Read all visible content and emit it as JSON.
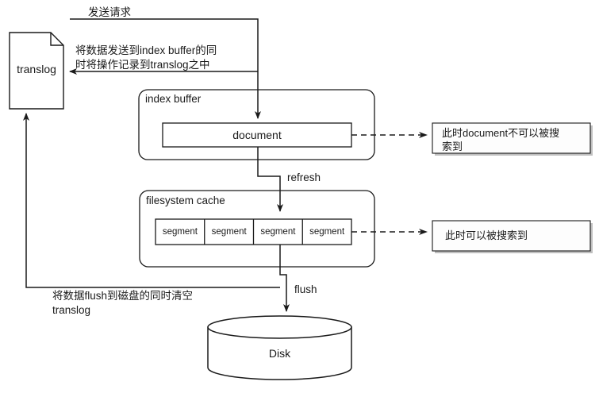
{
  "diagram": {
    "title": "Elasticsearch write path (translog / index buffer / filesystem cache / disk)",
    "colors": {
      "stroke": "#1a1a1a",
      "fill": "#ffffff",
      "note_fill": "#fdfdfd",
      "shadow": "#8a8a8a",
      "text": "#1a1a1a"
    },
    "nodes": {
      "translog": {
        "label": "translog"
      },
      "index_buffer": {
        "label": "index buffer"
      },
      "document": {
        "label": "document"
      },
      "filesystem_cache": {
        "label": "filesystem cache"
      },
      "segments": [
        {
          "label": "segment"
        },
        {
          "label": "segment"
        },
        {
          "label": "segment"
        },
        {
          "label": "segment"
        }
      ],
      "disk": {
        "label": "Disk"
      },
      "note_not_searchable": {
        "label": "此时document不可以被搜\n索到"
      },
      "note_searchable": {
        "label": "此时可以被搜索到"
      }
    },
    "edges": {
      "send_request": {
        "label": "发送请求"
      },
      "write_translog": {
        "label": "将数据发送到index buffer的同\n时将操作记录到translog之中"
      },
      "refresh": {
        "label": "refresh"
      },
      "flush": {
        "label": "flush"
      },
      "flush_clear_translog": {
        "label": "将数据flush到磁盘的同时清空\ntranslog"
      }
    }
  }
}
